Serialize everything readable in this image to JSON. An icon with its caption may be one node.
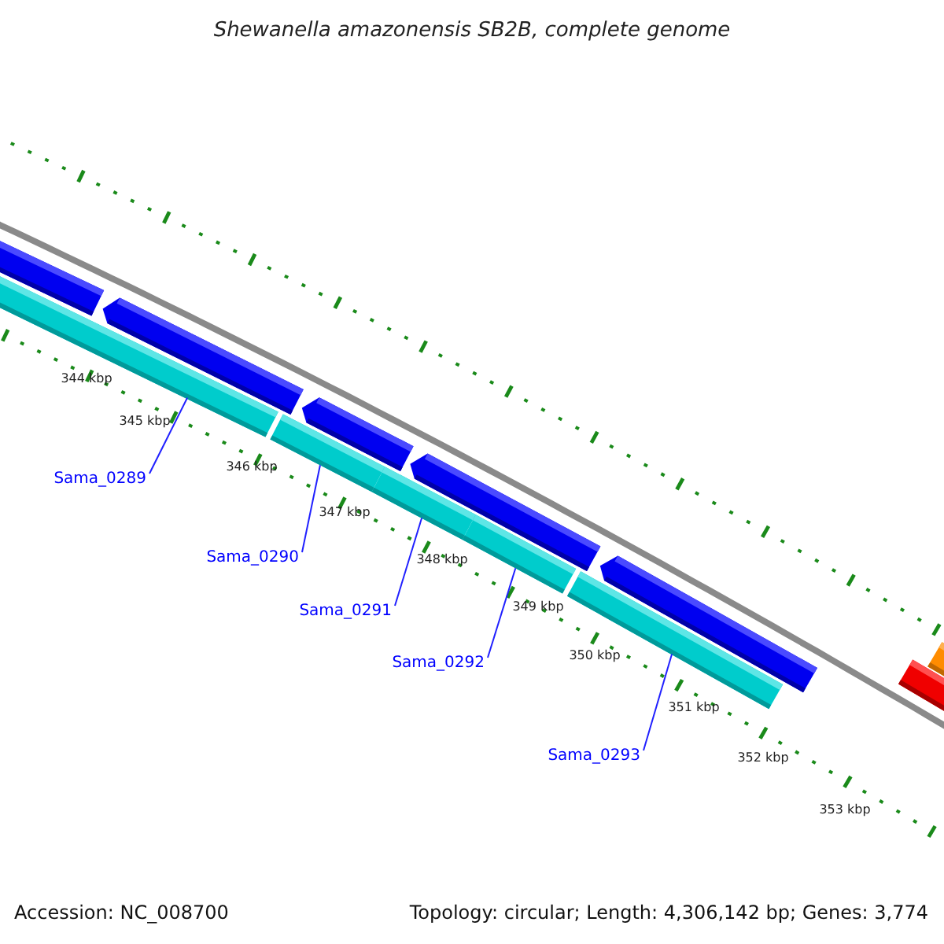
{
  "diagram": {
    "title": "Shewanella amazonensis SB2B, complete genome",
    "nodes": [
      {
        "text": [
          "Sama_0289"
        ]
      },
      {
        "text": [
          "Sama_0290"
        ]
      },
      {
        "text": [
          "Sama_0291"
        ]
      },
      {
        "text": [
          "Sama_0292"
        ]
      },
      {
        "text": [
          "Sama_0293"
        ]
      },
      {
        "text": [],
        "shape": "bar"
      },
      {
        "text": [],
        "shape": "bar"
      },
      {
        "text": [],
        "shape": "bar"
      },
      {
        "text": [],
        "shape": "bar"
      },
      {
        "text": [],
        "shape": "bar"
      }
    ],
    "edges": [
      {
        "from": 0,
        "to": 5,
        "arrow": "none"
      },
      {
        "from": 1,
        "to": 6,
        "arrow": "none"
      },
      {
        "from": 2,
        "to": 7,
        "arrow": "none"
      },
      {
        "from": 3,
        "to": 8,
        "arrow": "none"
      },
      {
        "from": 4,
        "to": 9,
        "arrow": "none"
      }
    ],
    "labels": [
      "344 kbp",
      "345 kbp",
      "346 kbp",
      "347 kbp",
      "348 kbp",
      "349 kbp",
      "350 kbp",
      "351 kbp",
      "352 kbp",
      "353 kbp",
      "Accession: NC_008700",
      "Topology: circular; Length: 4,306,142 bp; Genes: 3,774"
    ]
  }
}
